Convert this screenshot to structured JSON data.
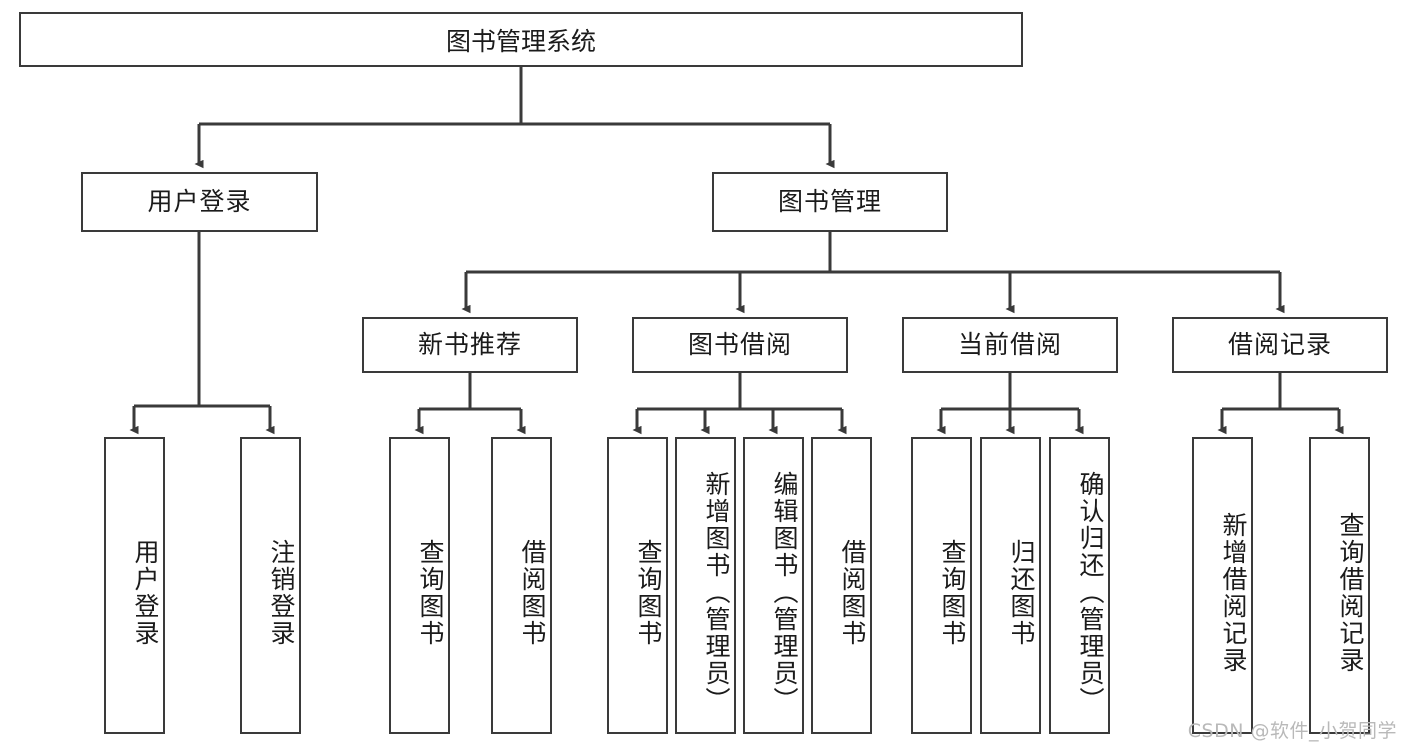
{
  "diagram": {
    "title": "图书管理系统",
    "type": "tree-hierarchy-diagram",
    "colors": {
      "box_border": "#3a3a3a",
      "box_fill": "#ffffff",
      "connector": "#3a3a3a",
      "text": "#1b1b1b",
      "watermark": "#b9b9b9"
    },
    "root": {
      "label": "图书管理系统"
    },
    "level1": [
      {
        "label": "用户登录"
      },
      {
        "label": "图书管理"
      }
    ],
    "level2": [
      {
        "label": "新书推荐"
      },
      {
        "label": "图书借阅"
      },
      {
        "label": "当前借阅"
      },
      {
        "label": "借阅记录"
      }
    ],
    "leaves": {
      "user_login": [
        {
          "label": "用户登录"
        },
        {
          "label": "注销登录"
        }
      ],
      "new_book_recommend": [
        {
          "label": "查询图书"
        },
        {
          "label": "借阅图书"
        }
      ],
      "book_borrow": [
        {
          "label": "查询图书"
        },
        {
          "label": "新增图书（管理员）"
        },
        {
          "label": "编辑图书（管理员）"
        },
        {
          "label": "借阅图书"
        }
      ],
      "current_borrow": [
        {
          "label": "查询图书"
        },
        {
          "label": "归还图书"
        },
        {
          "label": "确认归还（管理员）"
        }
      ],
      "borrow_record": [
        {
          "label": "新增借阅记录"
        },
        {
          "label": "查询借阅记录"
        }
      ]
    }
  },
  "watermark": {
    "text": "CSDN @软件_小贺同学"
  }
}
